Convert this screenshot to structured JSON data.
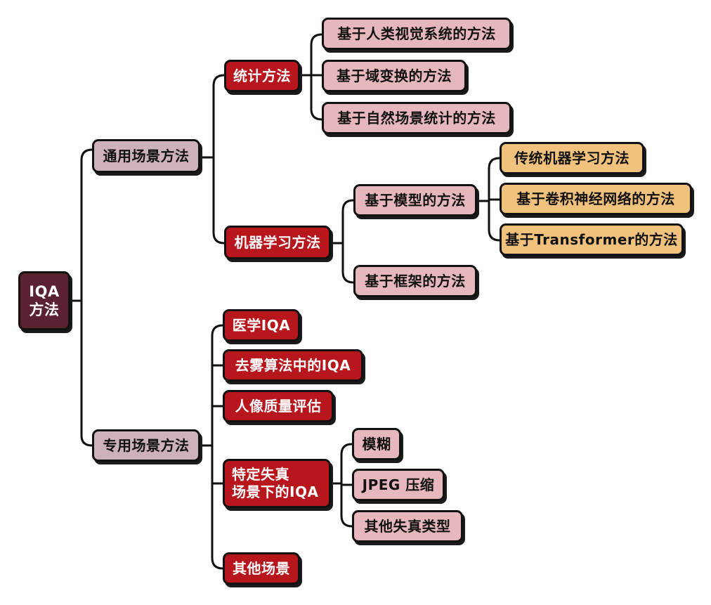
{
  "diagram": {
    "root": {
      "line1": "IQA",
      "line2": "方法"
    },
    "general": {
      "label": "通用场景方法",
      "statistical": {
        "label": "统计方法",
        "children": [
          "基于人类视觉系统的方法",
          "基于域变换的方法",
          "基于自然场景统计的方法"
        ]
      },
      "ml": {
        "label": "机器学习方法",
        "model_based": {
          "label": "基于模型的方法",
          "children": [
            "传统机器学习方法",
            "基于卷积神经网络的方法",
            "基于Transformer的方法"
          ]
        },
        "framework_based": {
          "label": "基于框架的方法"
        }
      }
    },
    "special": {
      "label": "专用场景方法",
      "medical": {
        "label": "医学IQA"
      },
      "dehaze": {
        "label": "去雾算法中的IQA"
      },
      "portrait": {
        "label": "人像质量评估"
      },
      "distortion": {
        "line1": "特定失真",
        "line2": "场景下的IQA",
        "children": [
          "模糊",
          "JPEG 压缩",
          "其他失真类型"
        ]
      },
      "other": {
        "label": "其他场景"
      }
    }
  },
  "colors": {
    "root": "#5a2130",
    "level1": "#ceb2b9",
    "level2": "#b8161d",
    "level3": "#e6b7bc",
    "level4": "#f0c27d",
    "stroke": "#111111"
  }
}
